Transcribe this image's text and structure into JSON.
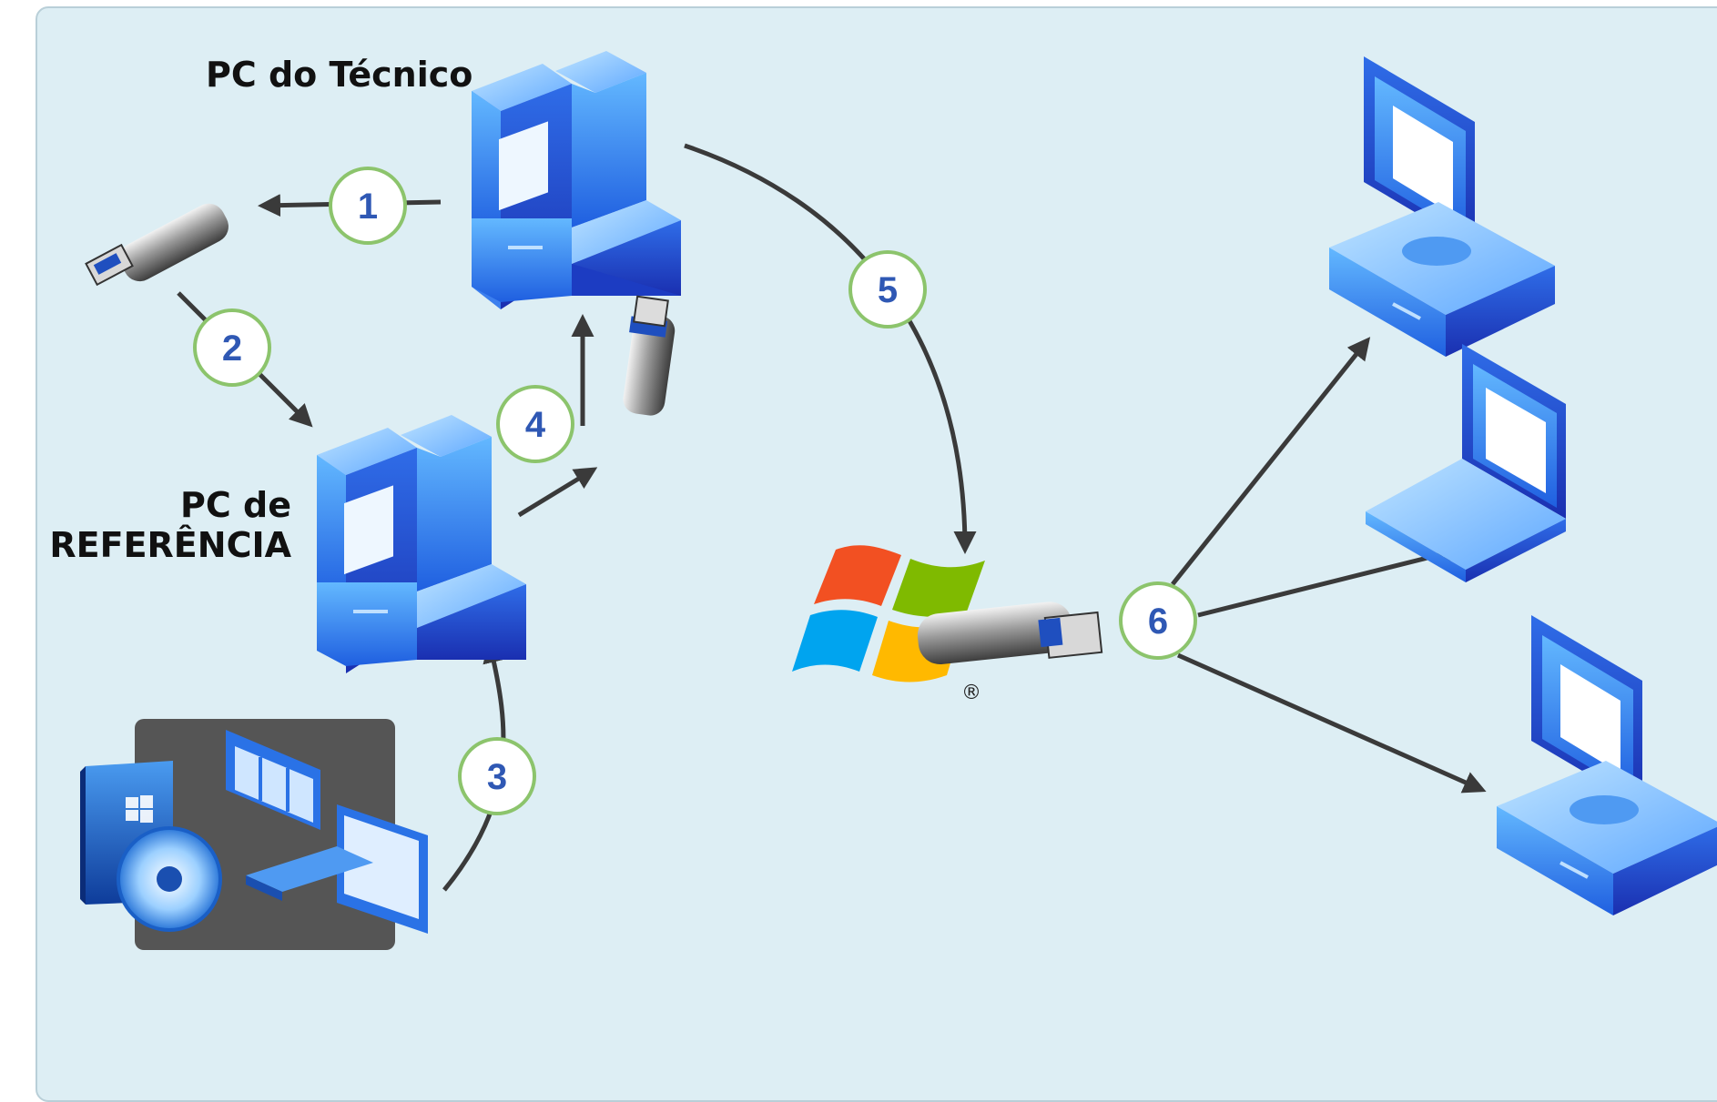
{
  "labels": {
    "technician_pc": "PC do Técnico",
    "reference_pc_line1": "PC de",
    "reference_pc_line2": "REFERÊNCIA"
  },
  "steps": {
    "s1": "1",
    "s2": "2",
    "s3": "3",
    "s4": "4",
    "s5": "5",
    "s6": "6"
  },
  "logo_mark": "®",
  "colors": {
    "background": "#ddeef4",
    "step_circle_border": "#8cc46c",
    "step_number": "#2f58b4",
    "arrow": "#3a3a3a",
    "computer_blue": "#2a6ee8"
  },
  "icons": [
    "usb-drive-icon",
    "desktop-computer-icon",
    "laptop-icon",
    "windows-logo-icon",
    "install-media-icon",
    "dvd-icon"
  ]
}
